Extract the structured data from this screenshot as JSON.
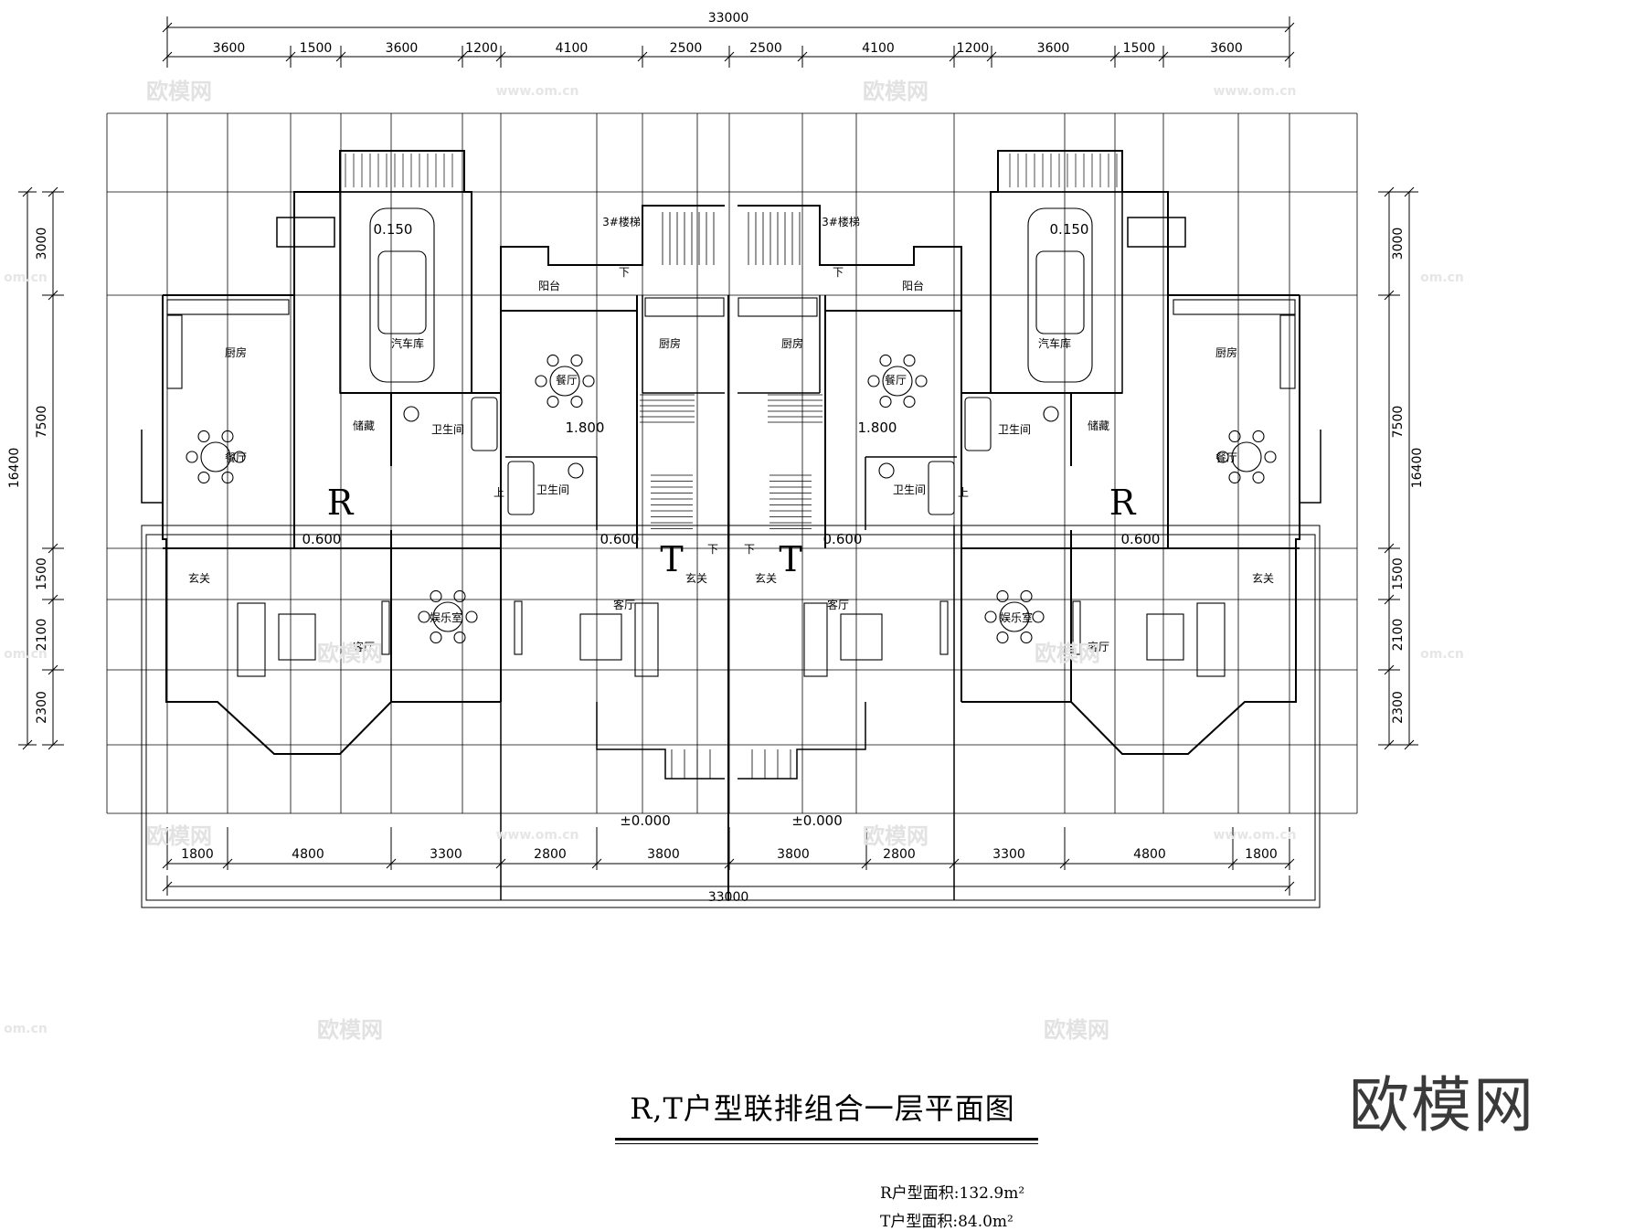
{
  "title": "R,T户型联排组合一层平面图",
  "areas": {
    "r_label": "R户型面积:132.9m²",
    "t_label": "T户型面积:84.0m²"
  },
  "logo": "欧模网",
  "watermarks": {
    "brand": "欧模网",
    "site": "www.om.cn",
    "site_short": "om.cn"
  },
  "dimensions": {
    "overall": "33000",
    "top_segments": [
      "3600",
      "1500",
      "3600",
      "1200",
      "4100",
      "2500",
      "2500",
      "4100",
      "1200",
      "3600",
      "1500",
      "3600"
    ],
    "bottom_segments": [
      "1800",
      "4800",
      "3300",
      "2800",
      "3800",
      "3800",
      "2800",
      "3300",
      "4800",
      "1800"
    ],
    "side_total": "16400",
    "side_segments": [
      "3000",
      "7500",
      "1500",
      "2100",
      "2300"
    ]
  },
  "unit_labels": {
    "R": "R",
    "T": "T"
  },
  "levels": {
    "garage": "0.150",
    "upper": "1.800",
    "floor": "0.600",
    "ground": "±0.000"
  },
  "rooms": {
    "kitchen": "厨房",
    "dining": "餐厅",
    "garage": "汽车库",
    "storage": "储藏",
    "bathroom": "卫生间",
    "foyer": "玄关",
    "living": "客厅",
    "recreation": "娱乐室",
    "balcony": "阳台",
    "stair": "3#楼梯",
    "up": "上",
    "down": "下"
  }
}
